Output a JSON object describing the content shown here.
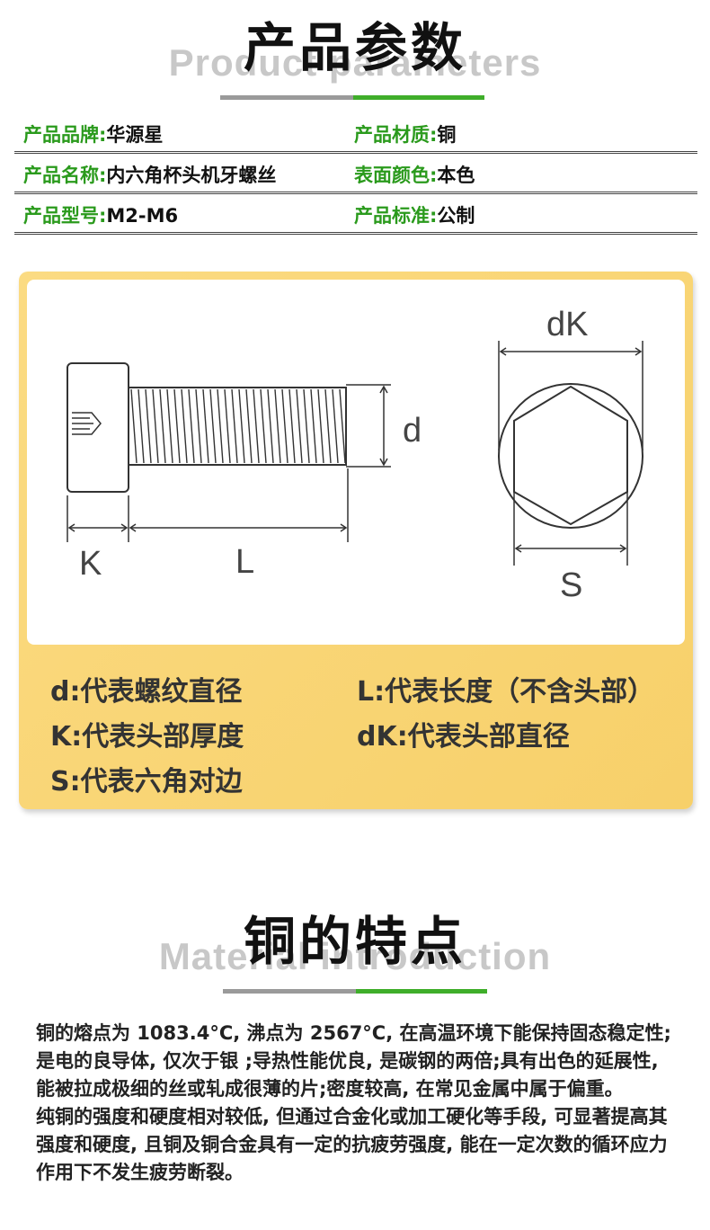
{
  "section1": {
    "title_cn": "产品参数",
    "title_en": "Product parameters"
  },
  "params": [
    [
      {
        "label": "产品品牌:",
        "value": "华源星"
      },
      {
        "label": "产品材质:",
        "value": "铜"
      }
    ],
    [
      {
        "label": "产品名称:",
        "value": "内六角杯头机牙螺丝"
      },
      {
        "label": "表面颜色:",
        "value": "本色"
      }
    ],
    [
      {
        "label": "产品型号:",
        "value": "M2-M6"
      },
      {
        "label": "产品标准:",
        "value": "公制"
      }
    ]
  ],
  "diagram": {
    "labels": {
      "k": "K",
      "l": "L",
      "d": "d",
      "dk": "dK",
      "s": "S"
    },
    "legend": {
      "d": "d:代表螺纹直径",
      "l": "L:代表长度（不含头部）",
      "k": "K:代表头部厚度",
      "dk": "dK:代表头部直径",
      "s": "S:代表六角对边"
    },
    "colors": {
      "card": "#f7d06a",
      "accent_green": "#2a9a1c"
    }
  },
  "section2": {
    "title_cn": "铜的特点",
    "title_en": "Material  introduction"
  },
  "description": [
    "铜的熔点为 1083.4°C, 沸点为 2567°C, 在高温环境下能保持固态稳定性;是电的良导体, 仅次于银 ;导热性能优良, 是碳钢的两倍;具有出色的延展性, 能被拉成极细的丝或轧成很薄的片;密度较高, 在常见金属中属于偏重。",
    "纯铜的强度和硬度相对较低, 但通过合金化或加工硬化等手段, 可显著提高其强度和硬度, 且铜及铜合金具有一定的抗疲劳强度, 能在一定次数的循环应力作用下不发生疲劳断裂。"
  ]
}
